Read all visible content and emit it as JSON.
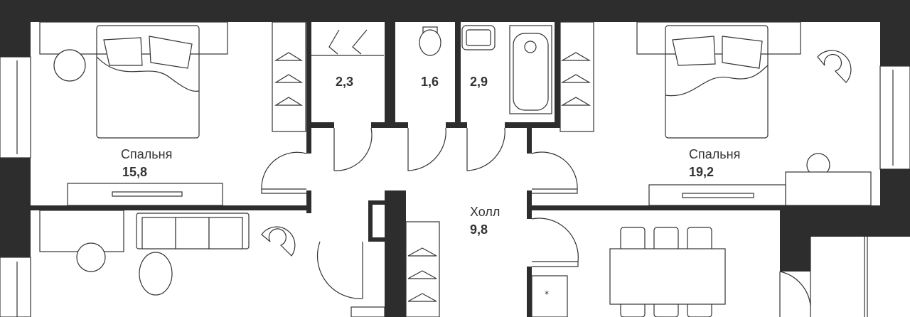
{
  "rooms": {
    "bedroom_left": {
      "name": "Спальня",
      "area": "15,8"
    },
    "closet": {
      "area": "2,3"
    },
    "toilet": {
      "area": "1,6"
    },
    "bathroom": {
      "area": "2,9"
    },
    "bedroom_right": {
      "name": "Спальня",
      "area": "19,2"
    },
    "hall": {
      "name": "Холл",
      "area": "9,8"
    }
  },
  "colors": {
    "wall": "#2d2d2d",
    "line": "#333333",
    "floor": "#ffffff"
  }
}
